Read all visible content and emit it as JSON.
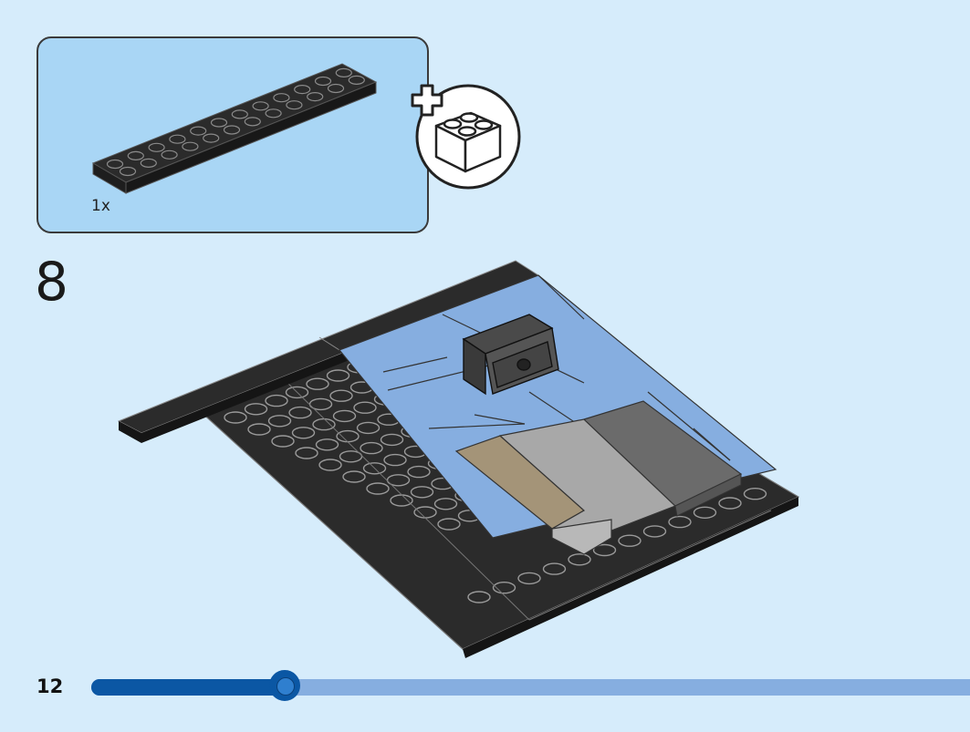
{
  "parts_callout": {
    "quantity": "1x",
    "part": "black-2x12-plate",
    "badge_icon": "add-brick-icon"
  },
  "step": {
    "number": "8"
  },
  "footer": {
    "page_number": "12",
    "progress_fraction": 0.22
  },
  "colors": {
    "background": "#d6ecfb",
    "callout_bg": "#a9d6f5",
    "black_brick": "#2b2b2b",
    "blue_tile": "#86aee0",
    "light_gray_tile": "#a8a8a8",
    "dark_gray_tile": "#6b6b6b",
    "tan_tile": "#a49478",
    "progress_fill": "#0b57a4",
    "progress_track": "#86aee0"
  }
}
